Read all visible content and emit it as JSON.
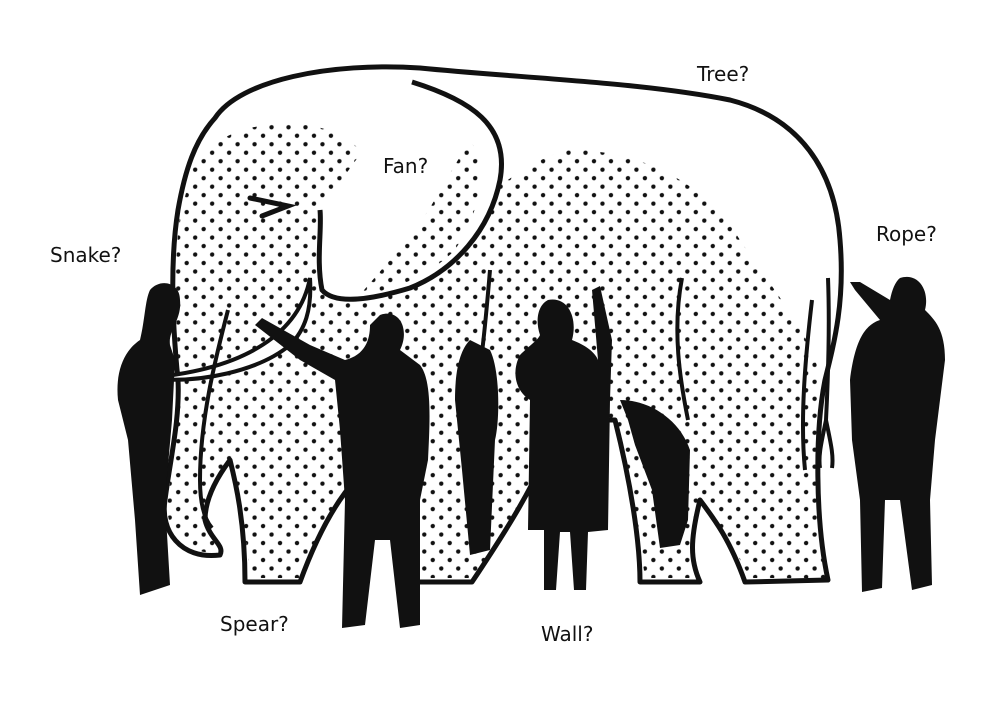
{
  "labels": {
    "tree": "Tree?",
    "fan": "Fan?",
    "snake": "Snake?",
    "rope": "Rope?",
    "spear": "Spear?",
    "wall": "Wall?"
  },
  "colors": {
    "ink": "#111111",
    "paper": "#ffffff"
  }
}
